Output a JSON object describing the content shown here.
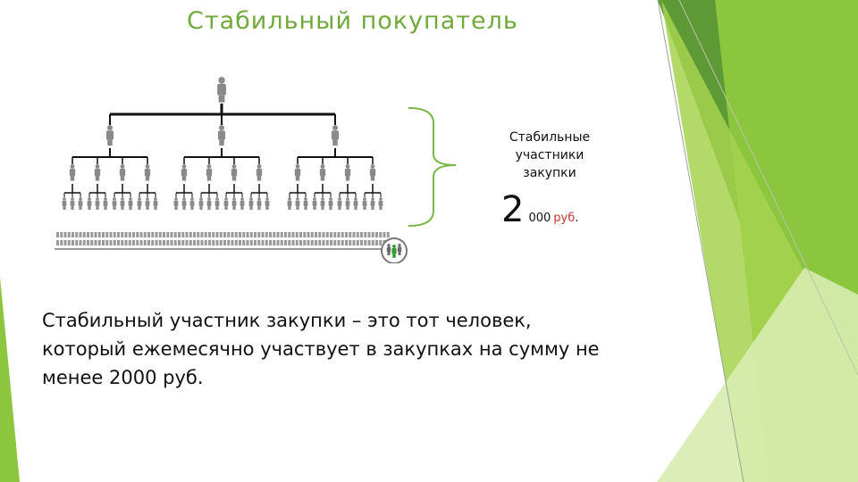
{
  "slide": {
    "title": "Стабильный покупатель",
    "caption_lines": [
      "Стабильные",
      "участники",
      "закупки"
    ],
    "amount": {
      "big": "2",
      "small": "000",
      "currency": "руб",
      "dot": "."
    },
    "description_lines": [
      "Стабильный участник закупки – это тот человек,",
      "который ежемесячно участвует в закупках на сумму не",
      "менее 2000 руб."
    ]
  },
  "colors": {
    "title": "#71a93a",
    "accent_dark": "#4e8b2c",
    "accent_mid": "#7ab648",
    "accent_light": "#a6d24f",
    "accent_pale": "#d7ecb0",
    "currency": "#c0392b"
  },
  "icons": {
    "person": "person-icon",
    "group_badge": "group-badge-icon"
  }
}
